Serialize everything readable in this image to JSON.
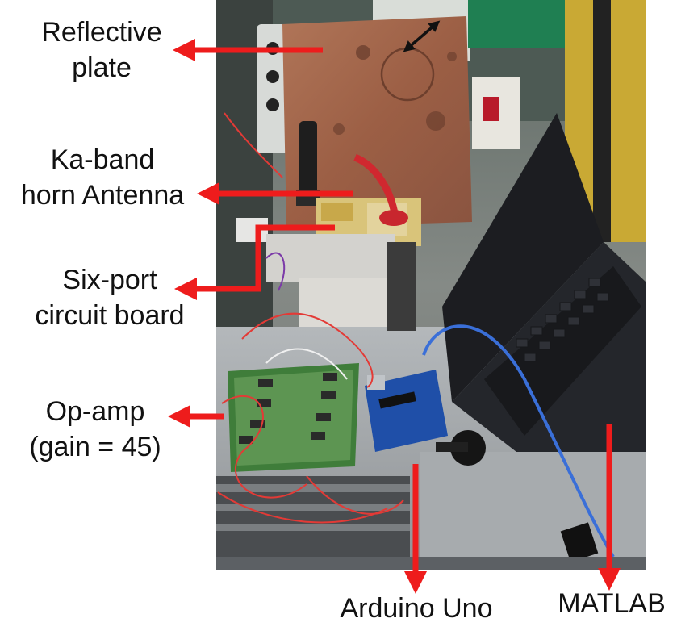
{
  "labels": {
    "reflective_plate": [
      "Reflective",
      "plate"
    ],
    "horn_antenna": [
      "Ka-band",
      "horn Antenna"
    ],
    "six_port": [
      "Six-port",
      "circuit board"
    ],
    "op_amp": [
      "Op-amp",
      "(gain = 45)"
    ],
    "arduino": "Arduino Uno",
    "matlab": "MATLAB"
  },
  "colors": {
    "arrow": "#ee1c1c",
    "copper_plate": "#a86a4e",
    "laptop": "#1c1d21",
    "pcb_green": "#3f7d3a",
    "arduino_blue": "#1f4fa8",
    "usb_cable": "#3a6fd8",
    "bench_grey": "#9ea2a6"
  }
}
